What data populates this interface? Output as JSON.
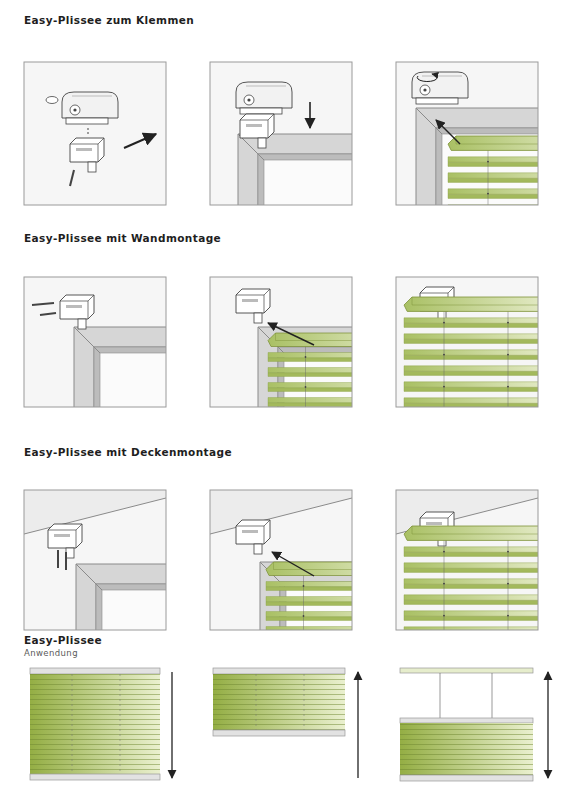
{
  "diagram": {
    "labels": [
      "Easy-Plissee zum Klemmen",
      "Easy-Plissee mit Wandmontage",
      "Easy-Plissee mit Deckenmontage",
      "Easy-Plissee",
      "Anwendung"
    ]
  }
}
